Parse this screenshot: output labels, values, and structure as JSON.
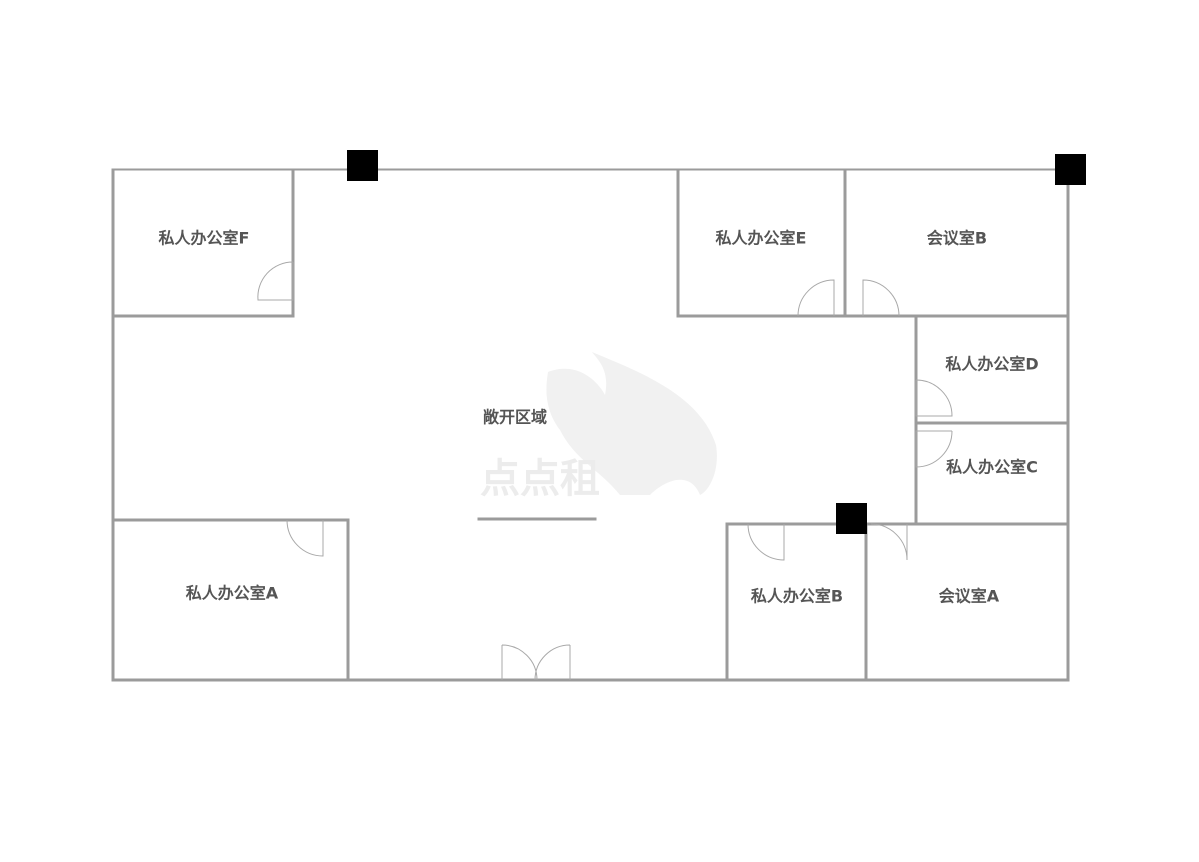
{
  "rooms": {
    "office_f": "私人办公室F",
    "office_e": "私人办公室E",
    "meeting_b": "会议室B",
    "office_d": "私人办公室D",
    "open_area": "敞开区域",
    "office_c": "私人办公室C",
    "office_a": "私人办公室A",
    "office_b": "私人办公室B",
    "meeting_a": "会议室A"
  },
  "watermark": "点点租",
  "colors": {
    "wall": "#9b9b9b",
    "label": "#555555",
    "column": "#000000",
    "watermark": "#ececec"
  }
}
